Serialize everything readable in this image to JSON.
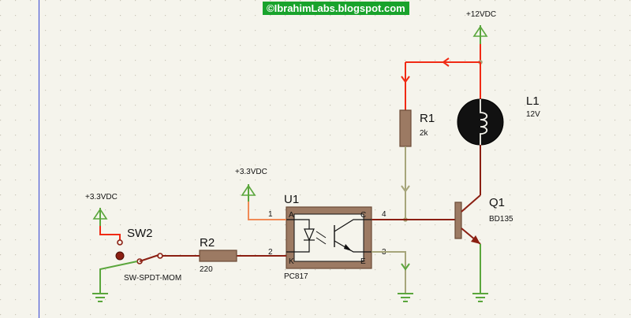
{
  "watermark": "©IbrahimLabs.blogspot.com",
  "colors": {
    "background": "#f5f4ec",
    "grid": "#c9c6b6",
    "wire": "#8b1f12",
    "high": "#f02a14",
    "low": "#5aa63c",
    "mid": "#a6a57a",
    "body": "#9c7a63",
    "border": "#4b5bd6"
  },
  "power": {
    "plus12": "+12VDC",
    "plus33_u1": "+3.3VDC",
    "plus33_sw": "+3.3VDC"
  },
  "lamp": {
    "ref": "L1",
    "value": "12V"
  },
  "r1": {
    "ref": "R1",
    "value": "2k"
  },
  "r2": {
    "ref": "R2",
    "value": "220"
  },
  "switch": {
    "ref": "SW2",
    "value": "SW-SPDT-MOM"
  },
  "opto": {
    "ref": "U1",
    "value": "PC817",
    "pin1": "1",
    "pin2": "2",
    "pin3": "3",
    "pin4": "4",
    "anode": "A",
    "cathode": "K",
    "collector": "C",
    "emitter": "E"
  },
  "q1": {
    "ref": "Q1",
    "value": "BD135"
  }
}
